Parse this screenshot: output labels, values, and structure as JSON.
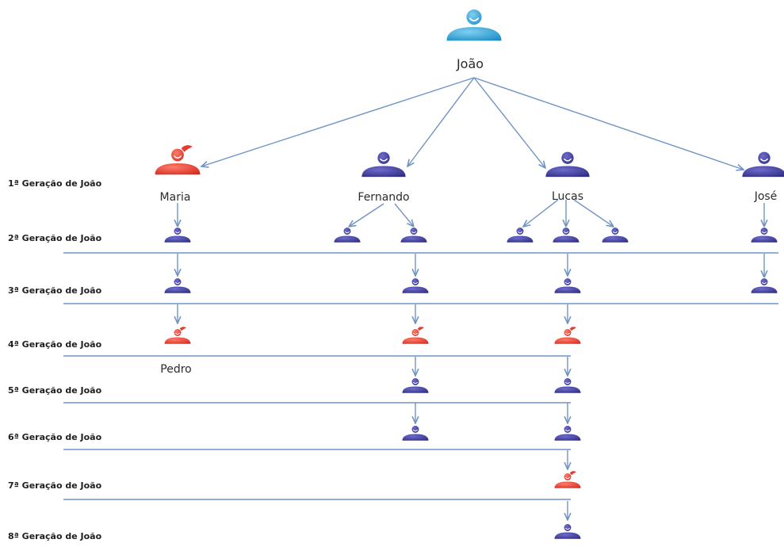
{
  "root": {
    "name": "João",
    "icon": "person-icon",
    "color": "#2a9fd6"
  },
  "generation_labels": [
    "1ª Geração de João",
    "2ª Geração de João",
    "3ª Geração de João",
    "4ª Geração de João",
    "5ª Geração de João",
    "6ª Geração de João",
    "7ª Geração de João",
    "8ª Geração de João"
  ],
  "names": {
    "maria": "Maria",
    "fernando": "Fernando",
    "lucas": "Lucas",
    "jose": "José",
    "pedro": "Pedro"
  },
  "colors": {
    "male": "#3b3a96",
    "female": "#e8392c",
    "root": "#2a9fd6",
    "connector": "#6f93c6"
  }
}
